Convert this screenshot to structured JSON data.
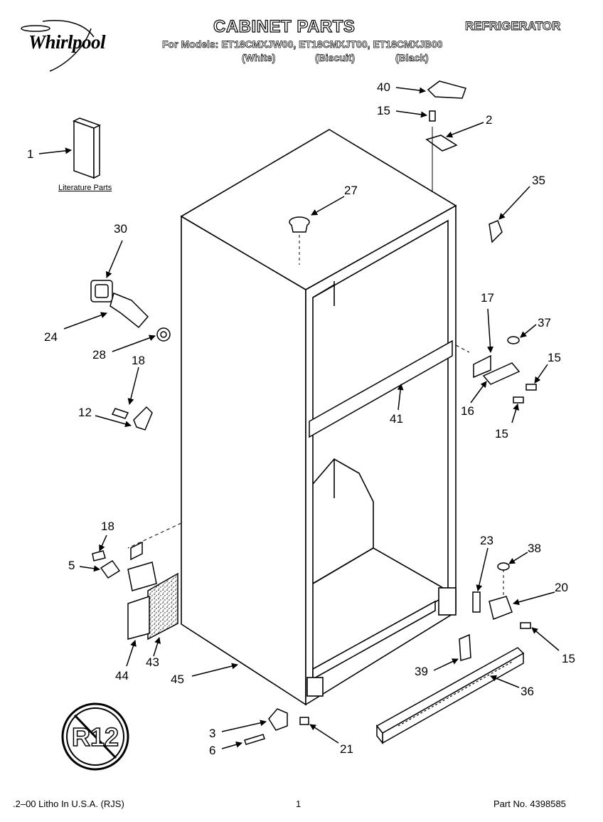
{
  "header": {
    "brand": "Whirlpool",
    "title": "CABINET PARTS",
    "category": "REFRIGERATOR",
    "models": "For Models: ET18CMXJW00, ET18CMXJT00, ET18CMXJB00",
    "variants": [
      "(White)",
      "(Biscuit)",
      "(Black)"
    ]
  },
  "literature_label": "Literature Parts",
  "badge_text": "R12",
  "callouts": [
    {
      "id": "c40",
      "text": "40"
    },
    {
      "id": "c15a",
      "text": "15"
    },
    {
      "id": "c2",
      "text": "2"
    },
    {
      "id": "c1",
      "text": "1"
    },
    {
      "id": "c27",
      "text": "27"
    },
    {
      "id": "c35",
      "text": "35"
    },
    {
      "id": "c30",
      "text": "30"
    },
    {
      "id": "c24",
      "text": "24"
    },
    {
      "id": "c28",
      "text": "28"
    },
    {
      "id": "c18a",
      "text": "18"
    },
    {
      "id": "c12",
      "text": "12"
    },
    {
      "id": "c17",
      "text": "17"
    },
    {
      "id": "c37",
      "text": "37"
    },
    {
      "id": "c15b",
      "text": "15"
    },
    {
      "id": "c16",
      "text": "16"
    },
    {
      "id": "c15c",
      "text": "15"
    },
    {
      "id": "c41",
      "text": "41"
    },
    {
      "id": "c18b",
      "text": "18"
    },
    {
      "id": "c5",
      "text": "5"
    },
    {
      "id": "c23",
      "text": "23"
    },
    {
      "id": "c38",
      "text": "38"
    },
    {
      "id": "c20",
      "text": "20"
    },
    {
      "id": "c15d",
      "text": "15"
    },
    {
      "id": "c44",
      "text": "44"
    },
    {
      "id": "c43",
      "text": "43"
    },
    {
      "id": "c45",
      "text": "45"
    },
    {
      "id": "c39",
      "text": "39"
    },
    {
      "id": "c36",
      "text": "36"
    },
    {
      "id": "c3",
      "text": "3"
    },
    {
      "id": "c6",
      "text": "6"
    },
    {
      "id": "c21",
      "text": "21"
    }
  ],
  "footer": {
    "litho": ".2–00 Litho In U.S.A. (RJS)",
    "page": "1",
    "part_number": "Part No. 4398585"
  }
}
